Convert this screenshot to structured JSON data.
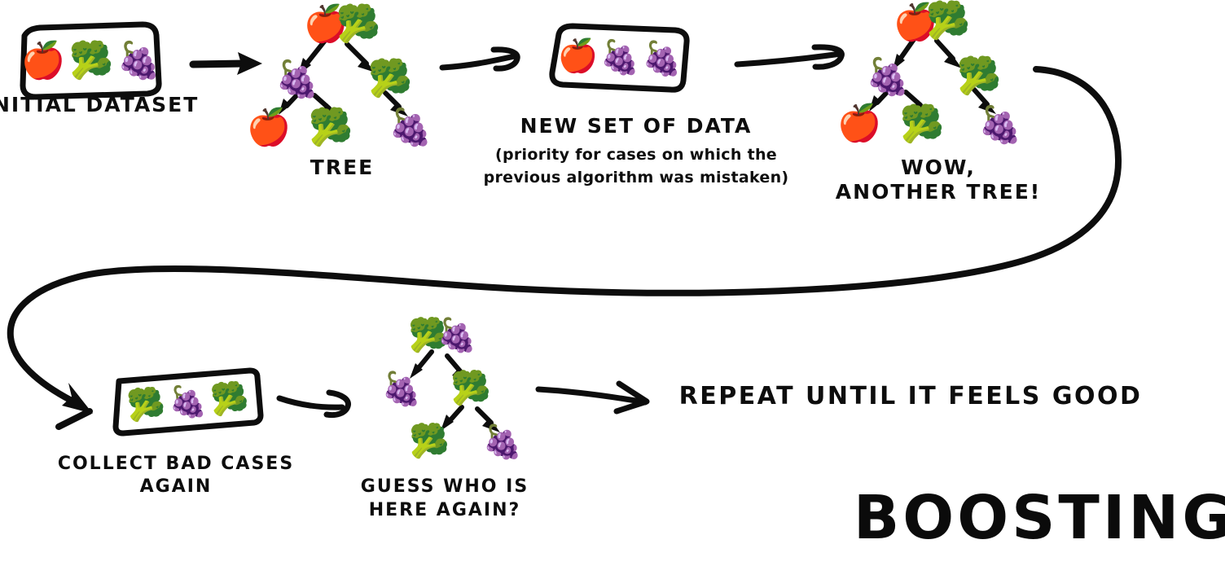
{
  "diagram": {
    "title": "BOOSTING",
    "background_color": "#ffffff",
    "ink_color": "#0d0d0d"
  },
  "steps": [
    {
      "id": "initial-dataset",
      "label": "INITIAL DATASET",
      "sublabel": "",
      "kind": "dataset-box",
      "items": [
        "apple",
        "broccoli",
        "grapes"
      ]
    },
    {
      "id": "tree-1",
      "label": "TREE",
      "sublabel": "",
      "kind": "tree",
      "nodes": [
        "apple",
        "broccoli",
        "grapes",
        "broccoli",
        "apple",
        "broccoli",
        "grapes"
      ]
    },
    {
      "id": "new-set-of-data",
      "label": "NEW SET OF DATA",
      "sublabel_line1": "(priority for cases on which the",
      "sublabel_line2": "previous algorithm was mistaken)",
      "kind": "dataset-box",
      "items": [
        "apple",
        "grapes",
        "grapes"
      ]
    },
    {
      "id": "tree-2",
      "label_line1": "WOW,",
      "label_line2": "ANOTHER TREE!",
      "kind": "tree",
      "nodes": [
        "apple",
        "broccoli",
        "grapes",
        "broccoli",
        "apple",
        "broccoli",
        "grapes"
      ]
    },
    {
      "id": "collect-bad-cases",
      "label_line1": "COLLECT BAD CASES",
      "label_line2": "AGAIN",
      "kind": "dataset-box",
      "items": [
        "broccoli",
        "grapes",
        "broccoli"
      ]
    },
    {
      "id": "tree-3",
      "label_line1": "GUESS WHO IS",
      "label_line2": "HERE AGAIN?",
      "kind": "tree",
      "nodes": [
        "broccoli",
        "grapes",
        "grapes",
        "broccoli",
        "broccoli",
        "grapes"
      ]
    },
    {
      "id": "repeat",
      "label": "REPEAT UNTIL IT FEELS GOOD",
      "kind": "text"
    }
  ],
  "emoji": {
    "apple": "🍎",
    "broccoli": "🥦",
    "grapes": "🍇"
  },
  "labels": {
    "initial_dataset": "INITIAL DATASET",
    "tree": "TREE",
    "new_set_of_data": "NEW SET OF DATA",
    "new_set_note_1": "(priority for cases on which the",
    "new_set_note_2": "previous algorithm was mistaken)",
    "wow_line1": "WOW,",
    "wow_line2": "ANOTHER TREE!",
    "collect_line1": "COLLECT BAD CASES",
    "collect_line2": "AGAIN",
    "guess_line1": "GUESS WHO IS",
    "guess_line2": "HERE AGAIN?",
    "repeat": "REPEAT UNTIL IT FEELS GOOD",
    "boosting": "BOOSTING"
  },
  "arrows": [
    {
      "id": "arrow-dataset-to-tree1",
      "style": "straight"
    },
    {
      "id": "arrow-tree1-to-newdata",
      "style": "curved"
    },
    {
      "id": "arrow-newdata-to-tree2",
      "style": "curved"
    },
    {
      "id": "arrow-loopback",
      "style": "big-loop"
    },
    {
      "id": "arrow-collect-to-tree3",
      "style": "curved"
    },
    {
      "id": "arrow-tree3-to-repeat",
      "style": "curved"
    }
  ]
}
